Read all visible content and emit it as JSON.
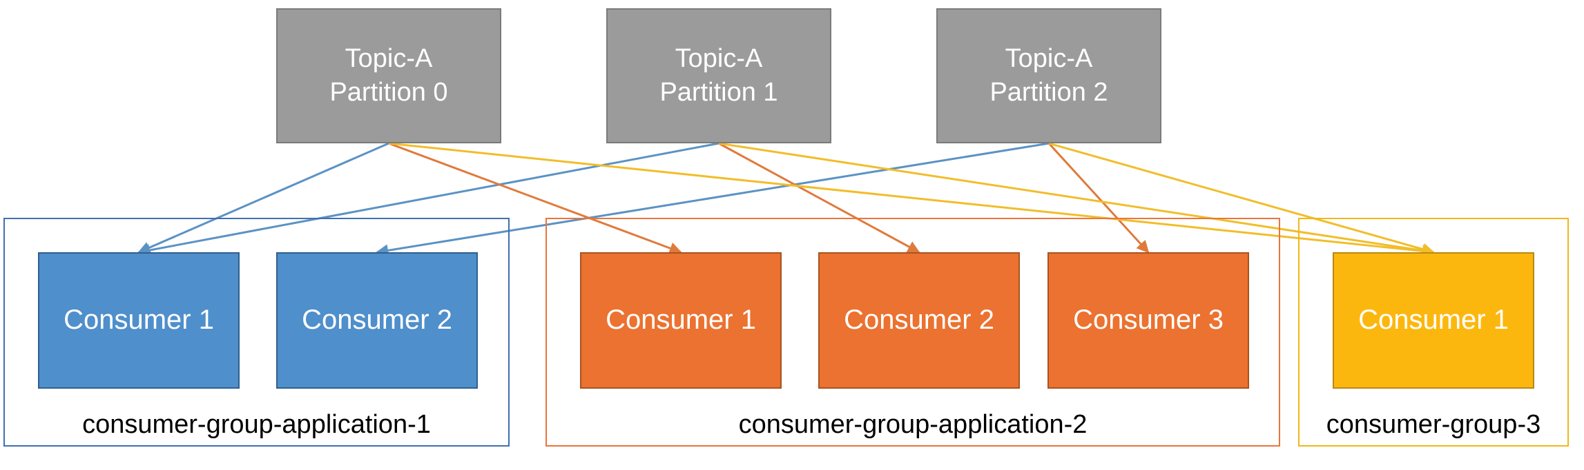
{
  "topics": [
    {
      "line1": "Topic-A",
      "line2": "Partition 0"
    },
    {
      "line1": "Topic-A",
      "line2": "Partition 1"
    },
    {
      "line1": "Topic-A",
      "line2": "Partition 2"
    }
  ],
  "groups": [
    {
      "label": "consumer-group-application-1",
      "color": "#3f6fb0",
      "consumers": [
        {
          "label": "Consumer 1"
        },
        {
          "label": "Consumer 2"
        }
      ]
    },
    {
      "label": "consumer-group-application-2",
      "color": "#e8763a",
      "consumers": [
        {
          "label": "Consumer 1"
        },
        {
          "label": "Consumer 2"
        },
        {
          "label": "Consumer 3"
        }
      ]
    },
    {
      "label": "consumer-group-3",
      "color": "#f2b81a",
      "consumers": [
        {
          "label": "Consumer 1"
        }
      ]
    }
  ],
  "colors": {
    "topic_fill": "#9b9b9b",
    "group1_fill": "#4f8fcb",
    "group2_fill": "#eb7230",
    "group3_fill": "#fcb70f",
    "arrow_group1": "#5b92c4",
    "arrow_group2": "#e07a3c",
    "arrow_group3": "#f2bd2a"
  },
  "connections": [
    {
      "from": "topic-0",
      "to": "group1-consumer-1",
      "color": "#5b92c4"
    },
    {
      "from": "topic-1",
      "to": "group1-consumer-1",
      "color": "#5b92c4"
    },
    {
      "from": "topic-2",
      "to": "group1-consumer-2",
      "color": "#5b92c4"
    },
    {
      "from": "topic-0",
      "to": "group2-consumer-1",
      "color": "#e07a3c"
    },
    {
      "from": "topic-1",
      "to": "group2-consumer-2",
      "color": "#e07a3c"
    },
    {
      "from": "topic-2",
      "to": "group2-consumer-3",
      "color": "#e07a3c"
    },
    {
      "from": "topic-0",
      "to": "group3-consumer-1",
      "color": "#f2bd2a"
    },
    {
      "from": "topic-1",
      "to": "group3-consumer-1",
      "color": "#f2bd2a"
    },
    {
      "from": "topic-2",
      "to": "group3-consumer-1",
      "color": "#f2bd2a"
    }
  ]
}
